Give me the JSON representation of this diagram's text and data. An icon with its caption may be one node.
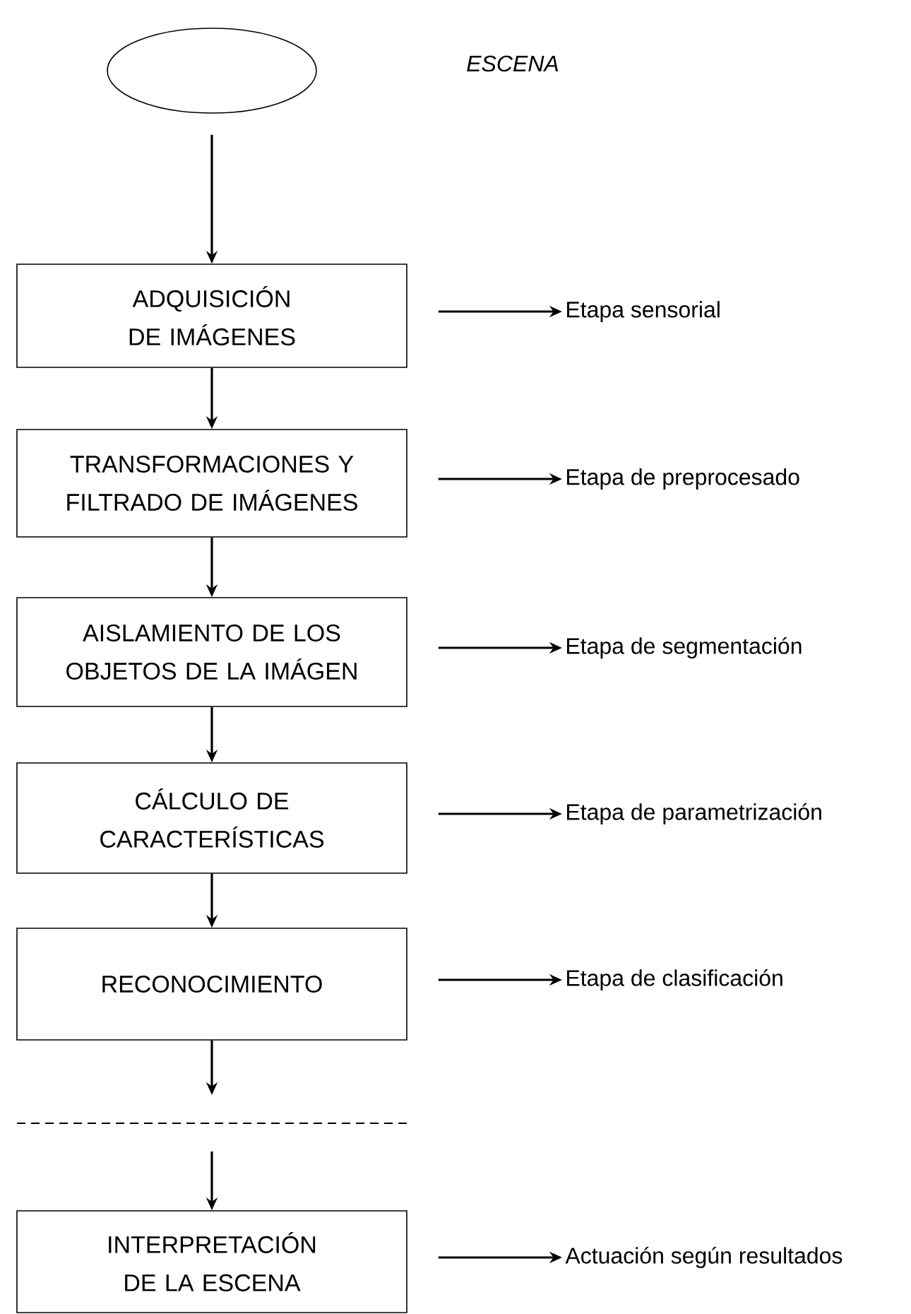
{
  "diagram": {
    "nodes": [
      {
        "text": [],
        "shape": "ellipse"
      },
      {
        "text": [
          "ADQUISICIÓN DE IMÁGENES"
        ]
      },
      {
        "text": [
          "TRANSFORMACIONES Y FILTRADO DE IMÁGENES"
        ]
      },
      {
        "text": [
          "AISLAMIENTO DE LOS OBJETOS DE LA IMÁGEN"
        ]
      },
      {
        "text": [
          "CÁLCULO DE CARACTERÍSTICAS"
        ]
      },
      {
        "text": [
          "RECONOCIMIENTO"
        ]
      },
      {
        "text": [
          "INTERPRETACIÓN DE LA ESCENA"
        ]
      },
      {
        "text": [
          "Etapa sensorial"
        ]
      },
      {
        "text": [
          "Etapa de preprocesado"
        ]
      },
      {
        "text": [
          "Etapa de segmentación"
        ]
      },
      {
        "text": [
          "Etapa de parametrización"
        ]
      },
      {
        "text": [
          "Etapa de clasificación"
        ]
      },
      {
        "text": [
          "Actuación según resultados"
        ]
      }
    ],
    "edges": [
      {
        "from": 0,
        "to": 1,
        "arrow": "to"
      },
      {
        "from": 1,
        "to": 2,
        "arrow": "to"
      },
      {
        "from": 2,
        "to": 3,
        "arrow": "to"
      },
      {
        "from": 3,
        "to": 4,
        "arrow": "to"
      },
      {
        "from": 4,
        "to": 5,
        "arrow": "to"
      },
      {
        "from": 5,
        "to": null,
        "arrow": "to"
      },
      {
        "from": null,
        "to": 6,
        "arrow": "to"
      },
      {
        "from": 1,
        "to": 7,
        "arrow": "to"
      },
      {
        "from": 2,
        "to": 8,
        "arrow": "to"
      },
      {
        "from": 3,
        "to": 9,
        "arrow": "to"
      },
      {
        "from": 4,
        "to": 10,
        "arrow": "to"
      },
      {
        "from": 5,
        "to": 11,
        "arrow": "to"
      },
      {
        "from": 6,
        "to": 12,
        "arrow": "to"
      }
    ],
    "labels": [
      "ESCENA"
    ]
  }
}
